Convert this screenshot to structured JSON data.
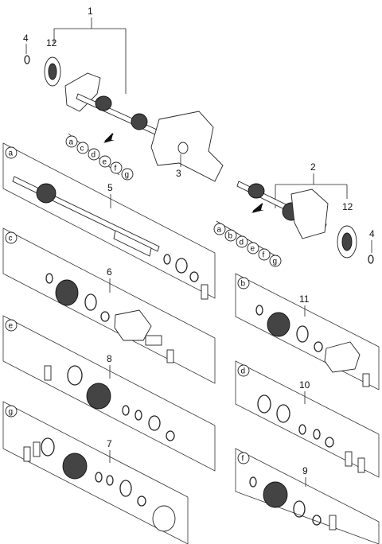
{
  "callouts": {
    "n1": "1",
    "n2": "2",
    "n3": "3",
    "n4a": "4",
    "n4b": "4",
    "n5": "5",
    "n6": "6",
    "n7": "7",
    "n8": "8",
    "n9": "9",
    "n10": "10",
    "n11": "11",
    "n12a": "12",
    "n12b": "12"
  },
  "letters": {
    "upper": [
      "a",
      "c",
      "d",
      "e",
      "f",
      "g"
    ],
    "lower": [
      "a",
      "b",
      "d",
      "e",
      "f",
      "g"
    ],
    "panel_a": "a",
    "panel_b": "b",
    "panel_c": "c",
    "panel_d": "d",
    "panel_e": "e",
    "panel_f": "f",
    "panel_g": "g"
  }
}
